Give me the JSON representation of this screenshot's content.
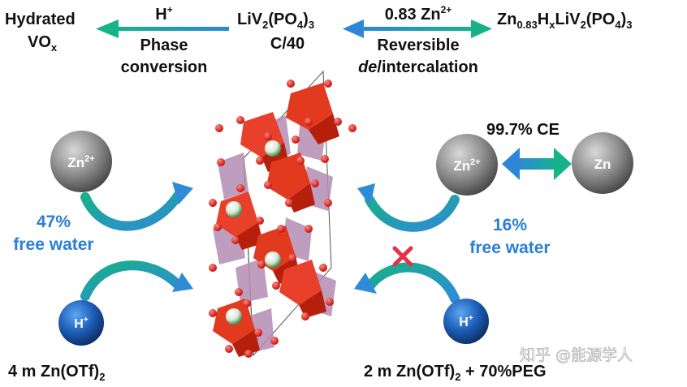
{
  "top": {
    "hydrated_line1": "Hydrated",
    "hydrated_line2_main": "VO",
    "hydrated_line2_sub": "x",
    "h_plus_main": "H",
    "h_plus_sup": "+",
    "phase_line1": "Phase",
    "phase_line2": "conversion",
    "center_p1": "LiV",
    "center_s1": "2",
    "center_p2": "(PO",
    "center_s2": "4",
    "center_p3": ")",
    "center_s3": "3",
    "center_line2": "C/40",
    "zn_label_main": "0.83 Zn",
    "zn_label_sup": "2+",
    "reversible_line1": "Reversible",
    "reversible_de": "de",
    "reversible_rest": "/intercalation",
    "product_p1": "Zn",
    "product_s1": "0.83",
    "product_p2": "H",
    "product_s2": "x",
    "product_p3": "LiV",
    "product_s3": "2",
    "product_p4": "(PO",
    "product_s4": "4",
    "product_p5": ")",
    "product_s5": "3"
  },
  "left": {
    "zn_ion_main": "Zn",
    "zn_ion_sup": "2+",
    "water_pct": "47%",
    "water_label": "free water",
    "h_ion_main": "H",
    "h_ion_sup": "+",
    "electrolyte_main": "4 m Zn(OTf)",
    "electrolyte_sub": "2"
  },
  "right": {
    "ce_label": "99.7% CE",
    "zn_ion_main": "Zn",
    "zn_ion_sup": "2+",
    "zn_metal": "Zn",
    "water_pct": "16%",
    "water_label": "free water",
    "h_ion_main": "H",
    "h_ion_sup": "+",
    "electrolyte_p1": "2 m Zn(OTf)",
    "electrolyte_s1": "2",
    "electrolyte_p2": " + 70%PEG"
  },
  "watermark": "知乎 @能源学人",
  "colors": {
    "arrow_green": "#1aa88a",
    "arrow_blue": "#3c8fd0",
    "text_blue": "#2a7fd4",
    "octahedron_red": "#e23a1e",
    "tetrahedron_purple": "#b58cb5",
    "cross_red": "#e8304a",
    "zn_sphere": "#8a8a8a",
    "h_sphere": "#1d5fb8"
  }
}
